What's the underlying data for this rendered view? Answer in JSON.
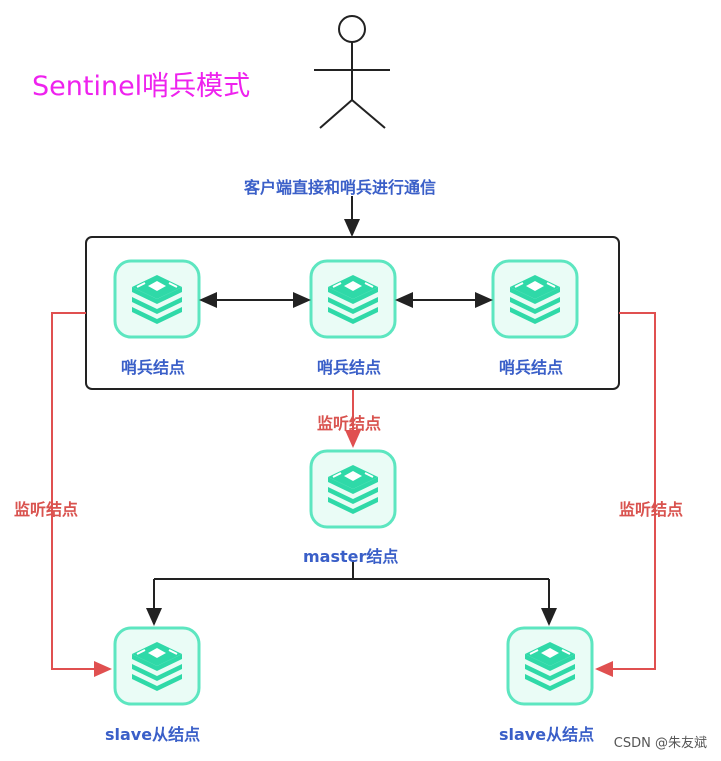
{
  "diagram": {
    "title": "Sentinel哨兵模式",
    "client_edge_label": "客户端直接和哨兵进行通信",
    "nodes": {
      "sentinel_1": "哨兵结点",
      "sentinel_2": "哨兵结点",
      "sentinel_3": "哨兵结点",
      "master": "master结点",
      "slave_left": "slave从结点",
      "slave_right": "slave从结点"
    },
    "monitor_labels": {
      "center": "监听结点",
      "left": "监听结点",
      "right": "监听结点"
    },
    "colors": {
      "title": "#ee22ee",
      "node_label": "#3a5fc8",
      "monitor": "#d9534f",
      "icon_border": "#5de6c0",
      "icon_bg": "#eafcf6",
      "icon_fill": "#2fd9a8"
    },
    "icons": [
      "person-icon",
      "redis-stack-icon"
    ]
  },
  "watermark": "CSDN @朱友斌"
}
